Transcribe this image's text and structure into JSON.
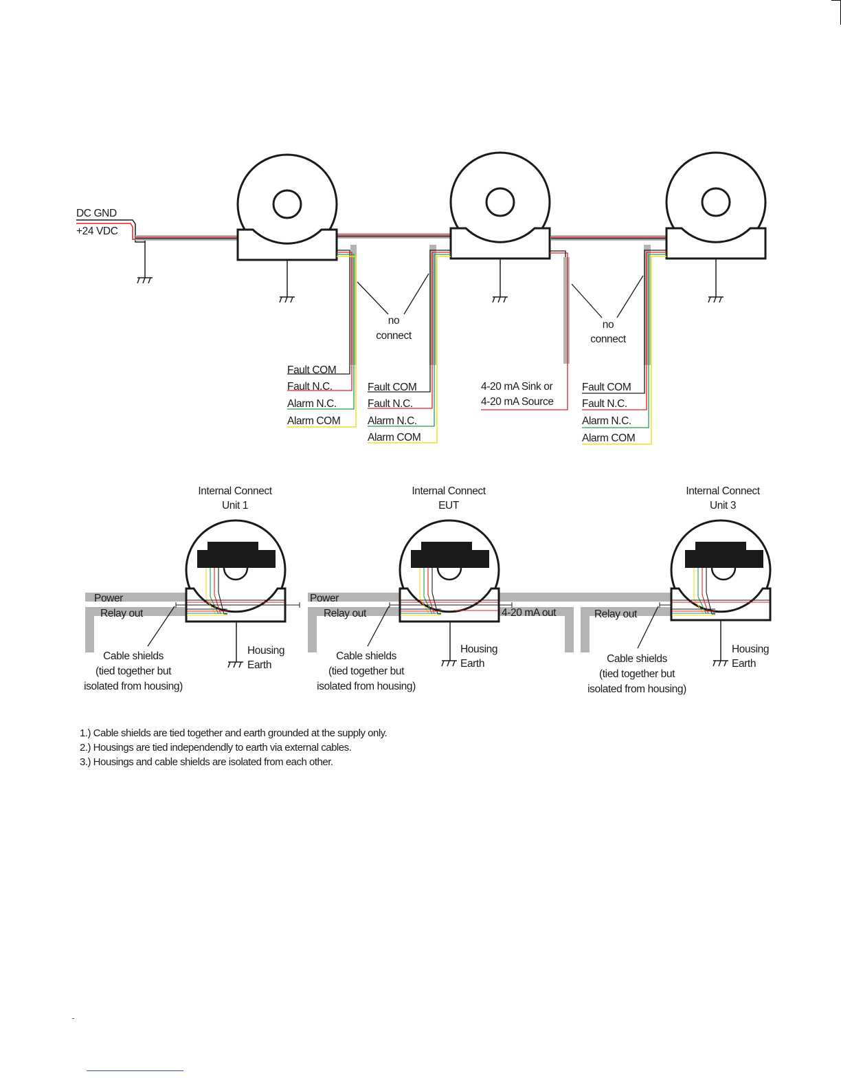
{
  "supply": {
    "gnd_label": "DC GND",
    "vdc_label": "+24 VDC"
  },
  "units": [
    {
      "relay_labels": [
        "Fault COM",
        "Fault N.C.",
        "Alarm N.C.",
        "Alarm COM"
      ],
      "internal": {
        "title": "Internal Connect",
        "subtitle": "Unit 1"
      }
    },
    {
      "relay_labels": [
        "Fault COM",
        "Fault N.C.",
        "Alarm N.C.",
        "Alarm COM"
      ],
      "analog_labels": [
        "4-20 mA Sink or",
        "4-20 mA Source"
      ],
      "internal": {
        "title": "Internal Connect",
        "subtitle": "EUT"
      }
    },
    {
      "relay_labels": [
        "Fault COM",
        "Fault N.C.",
        "Alarm N.C.",
        "Alarm COM"
      ],
      "internal": {
        "title": "Internal Connect",
        "subtitle": "Unit 3"
      }
    }
  ],
  "no_connect": [
    "no",
    "connect"
  ],
  "bottom": {
    "power": "Power",
    "relay_out": "Relay out",
    "analog_out": "4-20 mA out",
    "shields": [
      "Cable shields",
      "(tied together but",
      "isolated from housing)"
    ],
    "housing": [
      "Housing",
      "Earth"
    ]
  },
  "notes": [
    "1.) Cable shields are tied together and earth grounded at the supply only.",
    "2.) Housings are tied independendly to earth via external cables.",
    "3.) Housings and cable shields are isolated from each other."
  ],
  "colors": {
    "cable_gray": "#b4b4b4",
    "wire_black": "#1a1a1a",
    "wire_red": "#e02020",
    "wire_green": "#1aa050",
    "wire_yellow": "#f0e020"
  }
}
